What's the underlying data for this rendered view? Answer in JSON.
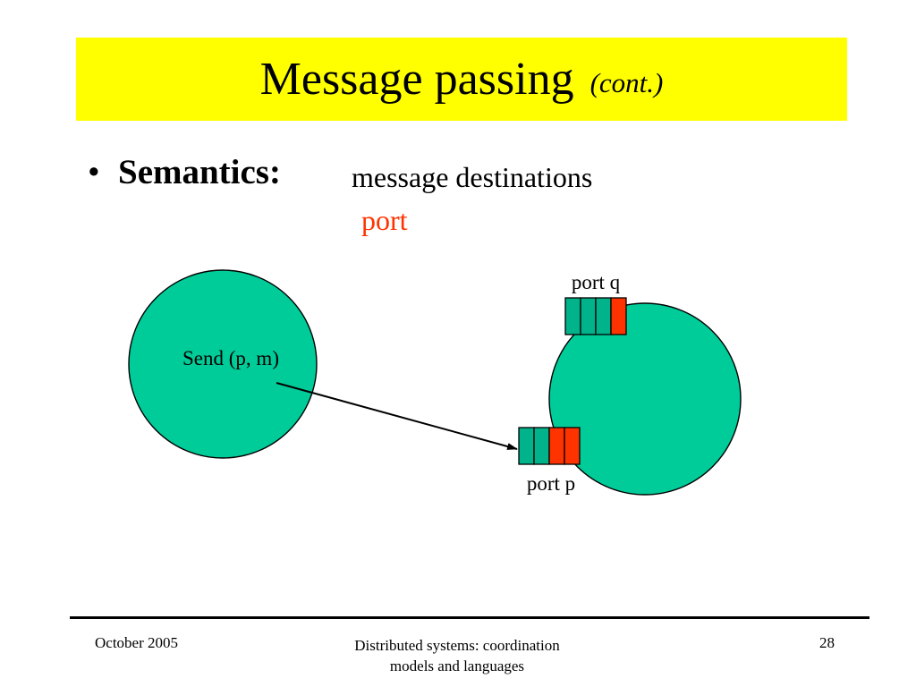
{
  "colors": {
    "title_background": "#FFFF00",
    "circle_fill": "#00CC99",
    "queue_slot_fill": "#00B38A",
    "message_slot_fill": "#FF3300",
    "accent_text": "#FF3300",
    "line": "#000000"
  },
  "slide": {
    "title": "Message passing",
    "title_suffix": "(cont.)",
    "bullet_symbol": "•",
    "bullet_label": "Semantics:",
    "bullet_value": "message destinations",
    "bullet_sub": "port"
  },
  "diagram": {
    "sender_label": "Send (p, m)",
    "port_q_label": "port q",
    "port_p_label": "port p",
    "port_q_slots": [
      "empty",
      "empty",
      "empty",
      "message"
    ],
    "port_p_slots": [
      "empty",
      "empty",
      "message",
      "message"
    ]
  },
  "footer": {
    "date": "October 2005",
    "course_line1": "Distributed systems: coordination",
    "course_line2": "models and languages",
    "page_number": "28"
  }
}
